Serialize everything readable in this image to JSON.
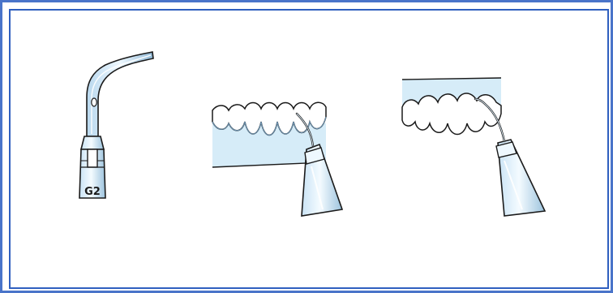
{
  "figure": {
    "panels": [
      {
        "name": "scaler-tip-g2",
        "label": "G2"
      },
      {
        "name": "lower-teeth-scaling"
      },
      {
        "name": "upper-teeth-scaling"
      }
    ]
  },
  "colors": {
    "outer_border": "#4a74c9",
    "inner_border": "#2f5fbf",
    "gum": "#d6ecf8",
    "line": "#1a1a1a",
    "metal_light": "#dfeffa",
    "metal_dark": "#6f98b8"
  }
}
